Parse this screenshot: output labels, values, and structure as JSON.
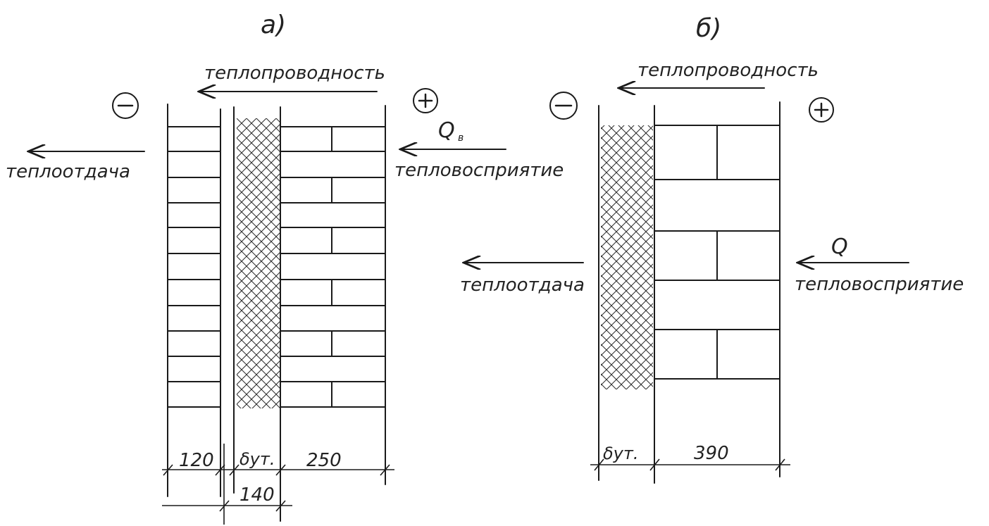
{
  "colors": {
    "ink": "#1a1a1a",
    "hatch": "#2a2a2a",
    "paper": "#ffffff"
  },
  "wall_a": {
    "label": "а)",
    "minus": "−",
    "plus": "+",
    "conduction": "теплопроводность",
    "heat_q": "Q",
    "heat_q_sub": "в",
    "perception": "тепловосприятие",
    "emission": "теплоотдача",
    "dim_outer": "120",
    "dim_insulation": "δут.",
    "dim_inner": "250",
    "dim_gap": "140"
  },
  "wall_b": {
    "label": "б)",
    "minus": "−",
    "plus": "+",
    "conduction": "теплопроводность",
    "heat_q": "Q",
    "perception": "тепловосприятие",
    "emission": "теплоотдача",
    "dim_insulation": "δут.",
    "dim_block": "390"
  }
}
